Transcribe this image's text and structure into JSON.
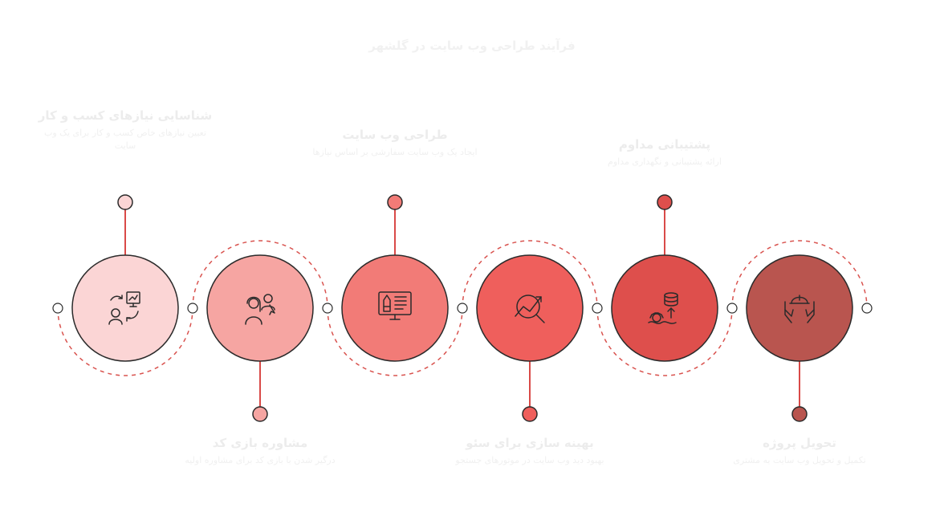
{
  "title": "فرآیند طراحی وب سایت در گلشهر",
  "colors": {
    "dash": "#d9534f",
    "outline": "#2b2b2b",
    "step_fills": [
      "#fbd5d5",
      "#f6a5a2",
      "#f27b77",
      "#ef5f5c",
      "#de4f4c",
      "#b9554f"
    ],
    "dot_fills": [
      "#fbd5d5",
      "#f6a5a2",
      "#f27b77",
      "#ef5f5c",
      "#de4f4c",
      "#b9554f"
    ],
    "line_color": "#d94a48"
  },
  "steps": [
    {
      "heading": "شناسایی نیازهای کسب و کار",
      "description": "تعیین نیازهای خاص کسب و کار برای یک وب سایت",
      "icon": "analysis-exchange-icon"
    },
    {
      "heading": "مشاوره بازی کد",
      "description": "درگیر شدن با بازی کد برای مشاوره اولیه",
      "icon": "consultation-icon"
    },
    {
      "heading": "طراحی وب سایت",
      "description": "ایجاد یک وب سایت سفارشی بر اساس نیازها",
      "icon": "web-design-monitor-icon"
    },
    {
      "heading": "بهینه سازی برای سئو",
      "description": "بهبود دید وب سایت در موتورهای جستجو",
      "icon": "seo-search-growth-icon"
    },
    {
      "heading": "پشتیبانی مداوم",
      "description": "ارائه پشتیبانی و نگهداری مداوم",
      "icon": "support-database-icon"
    },
    {
      "heading": "تحویل پروژه",
      "description": "تکمیل و تحویل وب سایت به مشتری",
      "icon": "delivery-hands-helmet-icon"
    }
  ]
}
